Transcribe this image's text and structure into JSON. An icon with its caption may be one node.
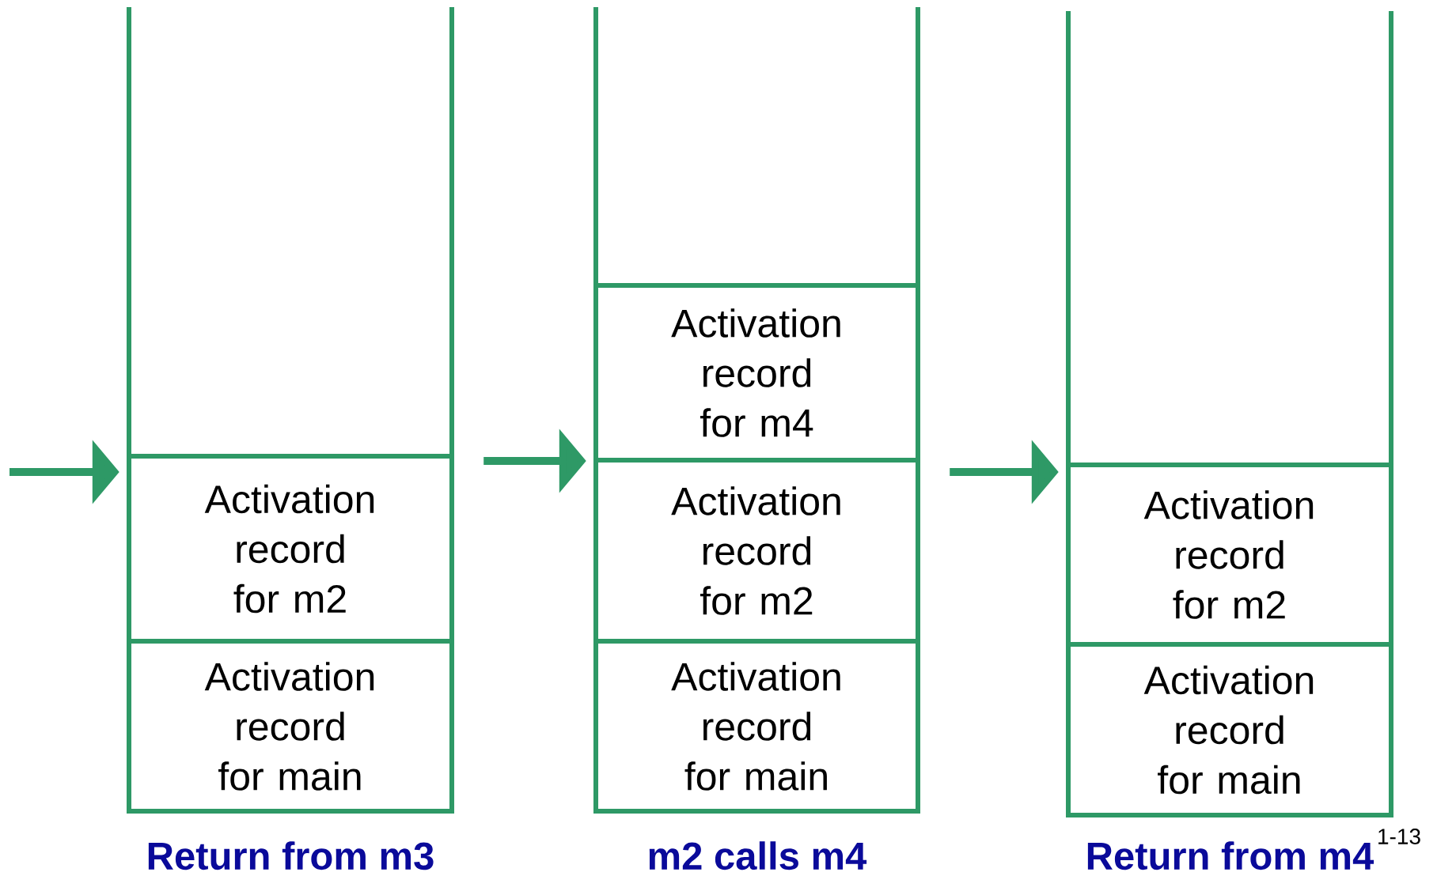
{
  "diagram": {
    "nodes": [
      {
        "text": [
          "Return from m3"
        ]
      },
      {
        "text": [
          "Activation record for m2"
        ],
        "in": 0
      },
      {
        "text": [
          "Activation record for main"
        ],
        "in": 0
      },
      {
        "text": [
          "m2 calls m4"
        ]
      },
      {
        "text": [
          "Activation record for m4"
        ],
        "in": 3
      },
      {
        "text": [
          "Activation record for m2"
        ],
        "in": 3
      },
      {
        "text": [
          "Activation record for main"
        ],
        "in": 3
      },
      {
        "text": [
          "Return from m4"
        ]
      },
      {
        "text": [
          "Activation record for m2"
        ],
        "in": 7
      },
      {
        "text": [
          "Activation record for main"
        ],
        "in": 7
      }
    ],
    "edges": [
      {
        "from": null,
        "to": 0,
        "arrow": "to"
      },
      {
        "from": 0,
        "to": 3,
        "arrow": "to"
      },
      {
        "from": 3,
        "to": 7,
        "arrow": "to"
      }
    ],
    "labels": [
      "1-13"
    ]
  }
}
